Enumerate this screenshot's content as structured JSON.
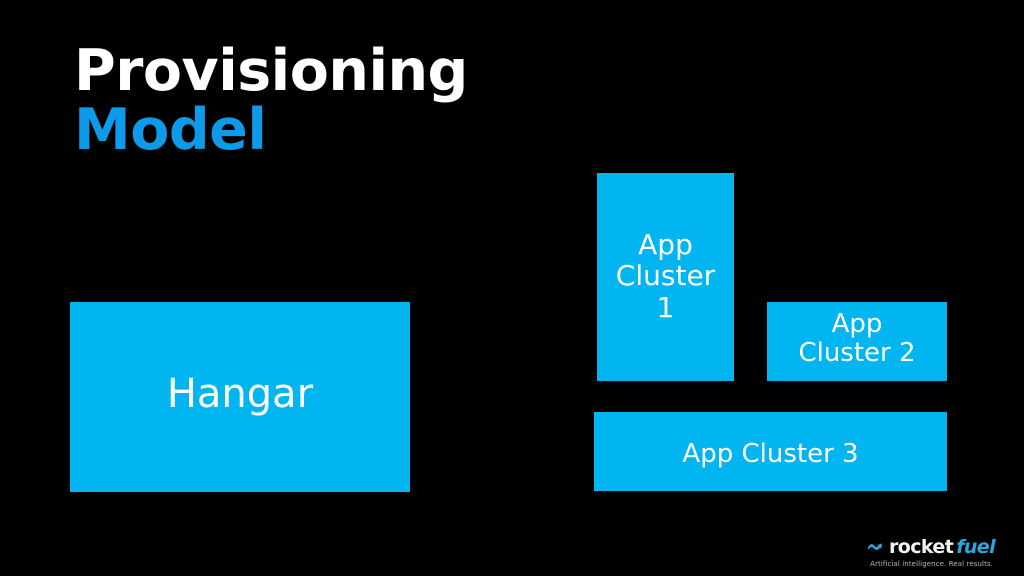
{
  "slide": {
    "background_color": "#000000",
    "accent_color": "#00b5f0",
    "title": {
      "line_1": "Provisioning",
      "line_1_color": "#ffffff",
      "line_2": "Model",
      "line_2_color": "#0d9ae8"
    }
  },
  "diagram": {
    "boxes": [
      {
        "id": "hangar",
        "label": "Hangar",
        "fill": "#00b5f0",
        "text_color": "#ffffff"
      },
      {
        "id": "app-cluster-1",
        "label": "App\nCluster\n1",
        "fill": "#00b5f0",
        "text_color": "#ffffff"
      },
      {
        "id": "app-cluster-2",
        "label": "App\nCluster 2",
        "fill": "#00b5f0",
        "text_color": "#ffffff"
      },
      {
        "id": "app-cluster-3",
        "label": "App Cluster 3",
        "fill": "#00b5f0",
        "text_color": "#ffffff"
      }
    ]
  },
  "brand": {
    "name_part_1": "rocket",
    "name_part_2": "fuel",
    "tagline": "Artificial intelligence. Real results.",
    "mark_color": "#2aa6e0"
  }
}
